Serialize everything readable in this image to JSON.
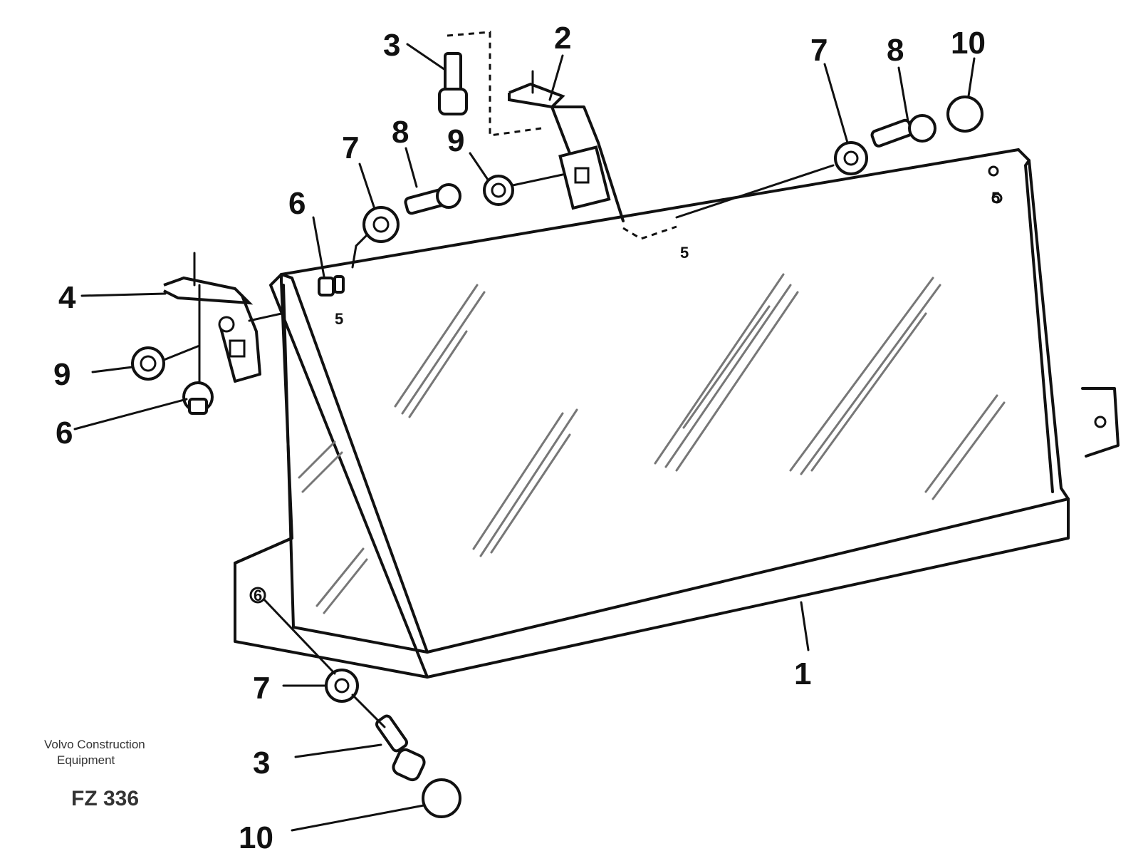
{
  "callouts": [
    {
      "id": "c1",
      "text": "1"
    },
    {
      "id": "c2",
      "text": "2"
    },
    {
      "id": "c3a",
      "text": "3"
    },
    {
      "id": "c3b",
      "text": "3"
    },
    {
      "id": "c4",
      "text": "4"
    },
    {
      "id": "c5a",
      "text": "5"
    },
    {
      "id": "c5b",
      "text": "5"
    },
    {
      "id": "c5c",
      "text": "5"
    },
    {
      "id": "c6a",
      "text": "6"
    },
    {
      "id": "c6b",
      "text": "6"
    },
    {
      "id": "c6c",
      "text": "6"
    },
    {
      "id": "c7a",
      "text": "7"
    },
    {
      "id": "c7b",
      "text": "7"
    },
    {
      "id": "c7c",
      "text": "7"
    },
    {
      "id": "c8a",
      "text": "8"
    },
    {
      "id": "c8b",
      "text": "8"
    },
    {
      "id": "c9a",
      "text": "9"
    },
    {
      "id": "c9b",
      "text": "9"
    },
    {
      "id": "c10a",
      "text": "10"
    },
    {
      "id": "c10b",
      "text": "10"
    }
  ],
  "footer": {
    "line1": "Volvo Construction",
    "line2": "Equipment",
    "code": "FZ 336"
  }
}
